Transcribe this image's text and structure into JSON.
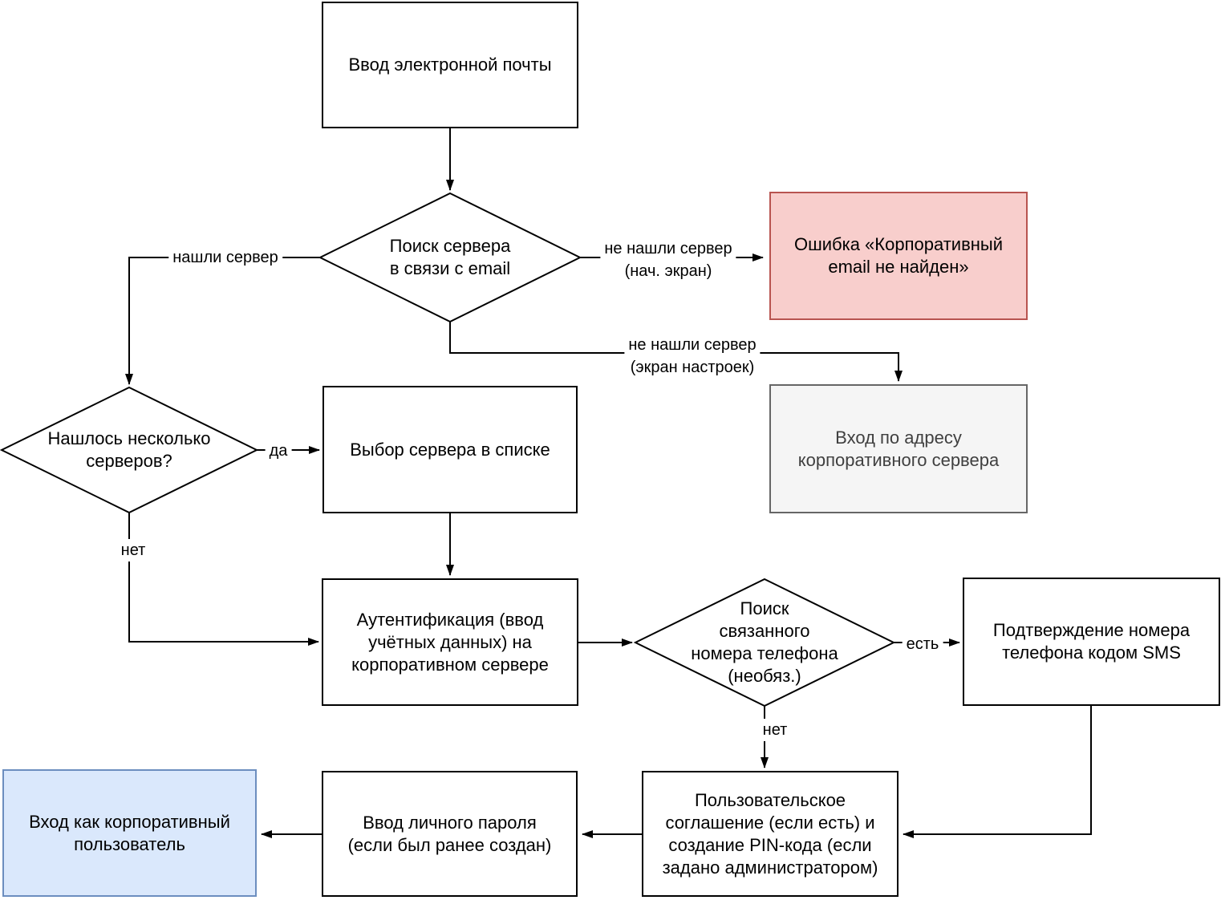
{
  "diagram": {
    "type": "flowchart",
    "colors": {
      "line": "#000000",
      "error_fill": "#f8cecc",
      "error_border": "#b85450",
      "neutral_fill": "#f5f5f5",
      "neutral_border": "#666666",
      "neutral_text": "#404040",
      "success_fill": "#dae8fc",
      "success_border": "#6c8ebf"
    },
    "nodes": {
      "email_input": {
        "label": "Ввод электронной почты"
      },
      "server_search": {
        "label": "Поиск сервера\nв связи с email"
      },
      "error_not_found": {
        "label": "Ошибка «Корпоративный\nemail не найден»"
      },
      "server_address_login": {
        "label": "Вход по адресу\nкорпоративного сервера"
      },
      "multiple_servers": {
        "label": "Нашлось несколько\nсерверов?"
      },
      "select_server": {
        "label": "Выбор сервера в списке"
      },
      "authentication": {
        "label": "Аутентификация (ввод\nучётных данных) на\nкорпоративном сервере"
      },
      "phone_search": {
        "label": "Поиск\nсвязанного\nномера телефона\n(необяз.)"
      },
      "sms_confirmation": {
        "label": "Подтверждение номера\nтелефона кодом SMS"
      },
      "agreement_pin": {
        "label": "Пользовательское\nсоглашение (если есть) и\nсоздание PIN-кода (если\nзадано администратором)"
      },
      "password_entry": {
        "label": "Ввод личного пароля\n(если был ранее создан)"
      },
      "corporate_login": {
        "label": "Вход как корпоративный\nпользователь"
      }
    },
    "edge_labels": {
      "found_server": "нашли сервер",
      "not_found_start": "не нашли сервер\n(нач. экран)",
      "not_found_settings": "не нашли сервер\n(экран настроек)",
      "yes": "да",
      "no_servers": "нет",
      "has_phone": "есть",
      "no_phone": "нет"
    }
  }
}
